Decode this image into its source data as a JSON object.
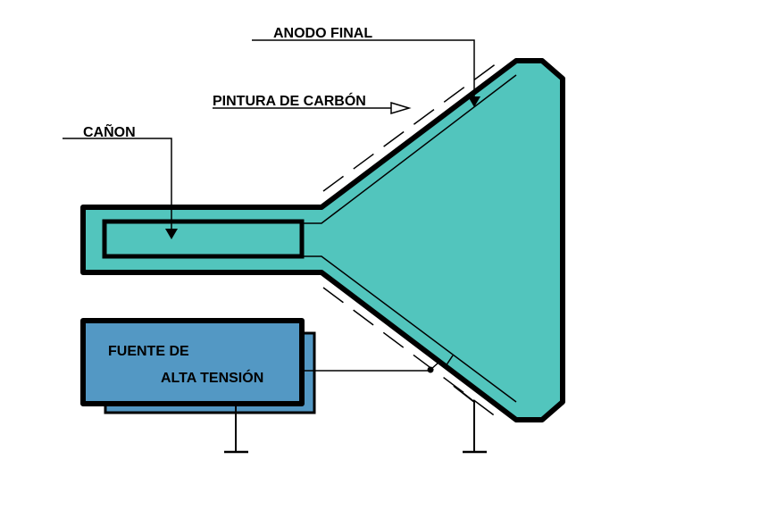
{
  "labels": {
    "anodo": "ANODO FINAL",
    "pintura": "PINTURA DE CARBÓN",
    "canon": "CAÑON",
    "fuente_line1": "FUENTE DE",
    "fuente_line2": "ALTA TENSIÓN"
  },
  "colors": {
    "tube": "#52c5bd",
    "supply": "#5398c4",
    "stroke": "#000000"
  }
}
